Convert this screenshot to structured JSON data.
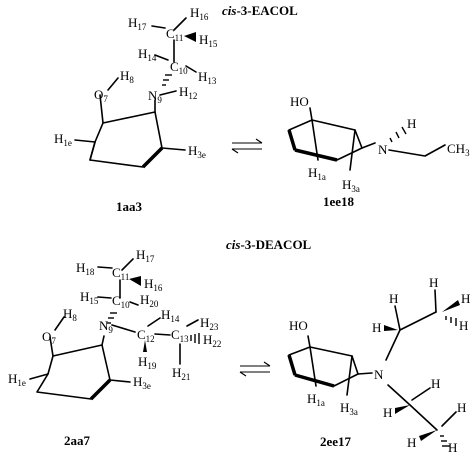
{
  "section1": {
    "title_italic": "cis",
    "title_rest": "-3-EACOL",
    "left_caption": "1aa3",
    "right_caption": "1ee18",
    "left_atoms": {
      "h17": "H",
      "h17n": "17",
      "h16": "H",
      "h16n": "16",
      "c11": "C",
      "c11n": "11",
      "h14": "H",
      "h14n": "14",
      "h15": "H",
      "h15n": "15",
      "c10": "C",
      "c10n": "10",
      "h13": "H",
      "h13n": "13",
      "h8": "H",
      "h8n": "8",
      "o7": "O",
      "o7n": "7",
      "n9": "N",
      "n9n": "9",
      "h12": "H",
      "h12n": "12",
      "h1e": "H",
      "h1en": "1e",
      "h3e": "H",
      "h3en": "3e"
    },
    "right_atoms": {
      "ho": "HO",
      "n": "N",
      "h": "H",
      "ch3": "CH",
      "ch3n": "3",
      "h1a": "H",
      "h1an": "1a",
      "h3a": "H",
      "h3an": "3a"
    }
  },
  "section2": {
    "title_italic": "cis",
    "title_rest": "-3-DEACOL",
    "left_caption": "2aa7",
    "right_caption": "2ee17",
    "left_atoms": {
      "h18": "H",
      "h18n": "18",
      "h17": "H",
      "h17n": "17",
      "c11": "C",
      "c11n": "11",
      "h15": "H",
      "h15n": "15",
      "h16": "H",
      "h16n": "16",
      "c10": "C",
      "c10n": "10",
      "h20": "H",
      "h20n": "20",
      "h8": "H",
      "h8n": "8",
      "h14": "H",
      "h14n": "14",
      "o7": "O",
      "o7n": "7",
      "n9": "N",
      "n9n": "9",
      "c12": "C",
      "c12n": "12",
      "c13": "C",
      "c13n": "13",
      "h23": "H",
      "h23n": "23",
      "h22": "H",
      "h22n": "22",
      "h19": "H",
      "h19n": "19",
      "h21": "H",
      "h21n": "21",
      "h1e": "H",
      "h1en": "1e",
      "h3e": "H",
      "h3en": "3e"
    },
    "right_atoms": {
      "ho": "HO",
      "n": "N",
      "h1a": "H",
      "h1an": "1a",
      "h3a": "H",
      "h3an": "3a",
      "h_a1": "H",
      "h_a2": "H",
      "h_a3": "H",
      "h_a4": "H",
      "h_a5": "H",
      "h_b1": "H",
      "h_b2": "H",
      "h_b3": "H",
      "h_b4": "H",
      "h_b5": "H"
    }
  },
  "equilibrium_symbol": "⇌"
}
